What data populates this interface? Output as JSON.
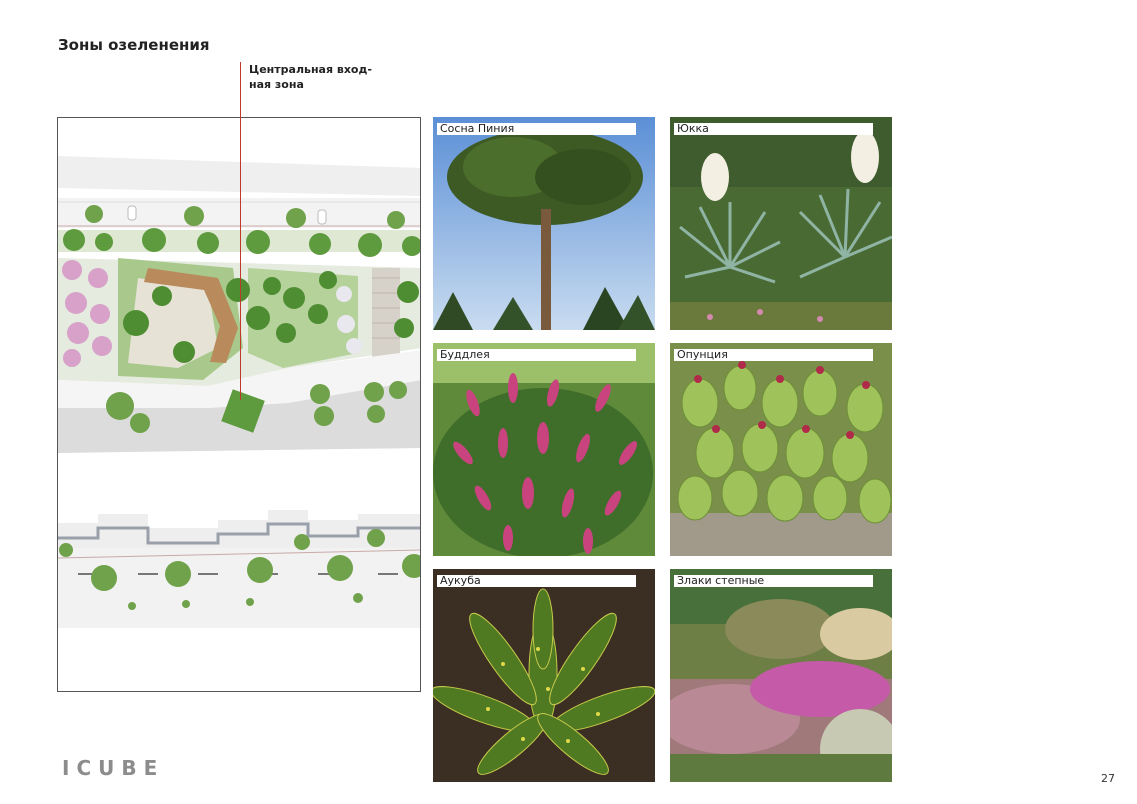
{
  "page": {
    "title": "Зоны озеленения",
    "callout": "Центральная вход-ная зона",
    "logo": "ICUBE",
    "page_number": "27"
  },
  "plants": [
    {
      "label": "Сосна Пиния",
      "icon": "stone-pine-photo"
    },
    {
      "label": "Юкка",
      "icon": "yucca-photo"
    },
    {
      "label": "Буддлея",
      "icon": "buddleja-photo"
    },
    {
      "label": "Опунция",
      "icon": "opuntia-photo"
    },
    {
      "label": "Аукуба",
      "icon": "aucuba-photo"
    },
    {
      "label": "Злаки степные",
      "icon": "steppe-grasses-photo"
    }
  ],
  "colors": {
    "callout_line": "#c0392b",
    "logo": "#8c8c8c"
  }
}
